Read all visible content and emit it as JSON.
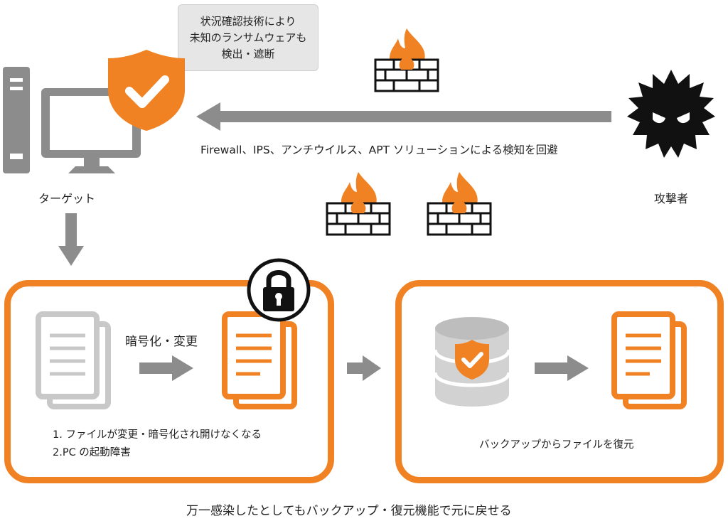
{
  "callout": {
    "lines": [
      "状況確認技術により",
      "未知のランサムウェアも",
      "検出・遮断"
    ]
  },
  "target_label": "ターゲット",
  "attacker_label": "攻撃者",
  "evasion_label": "Firewall、IPS、アンチウイルス、APT ソリューションによる検知を回避",
  "encrypt_label": "暗号化・変更",
  "damage_list": [
    "1. ファイルが変更・暗号化され開けなくなる",
    "2.PC の起動障害"
  ],
  "restore_label": "バックアップからファイルを復元",
  "bottom_caption": "万一感染したとしてもバックアップ・復元機能で元に戻せる",
  "colors": {
    "accent": "#f08223",
    "gray": "#8c8c8c",
    "dark": "#111111"
  },
  "icons": [
    "computer-icon",
    "shield-check-icon",
    "firewall-icon",
    "virus-attacker-icon",
    "document-icon",
    "padlock-icon",
    "database-icon",
    "arrow-icon"
  ]
}
